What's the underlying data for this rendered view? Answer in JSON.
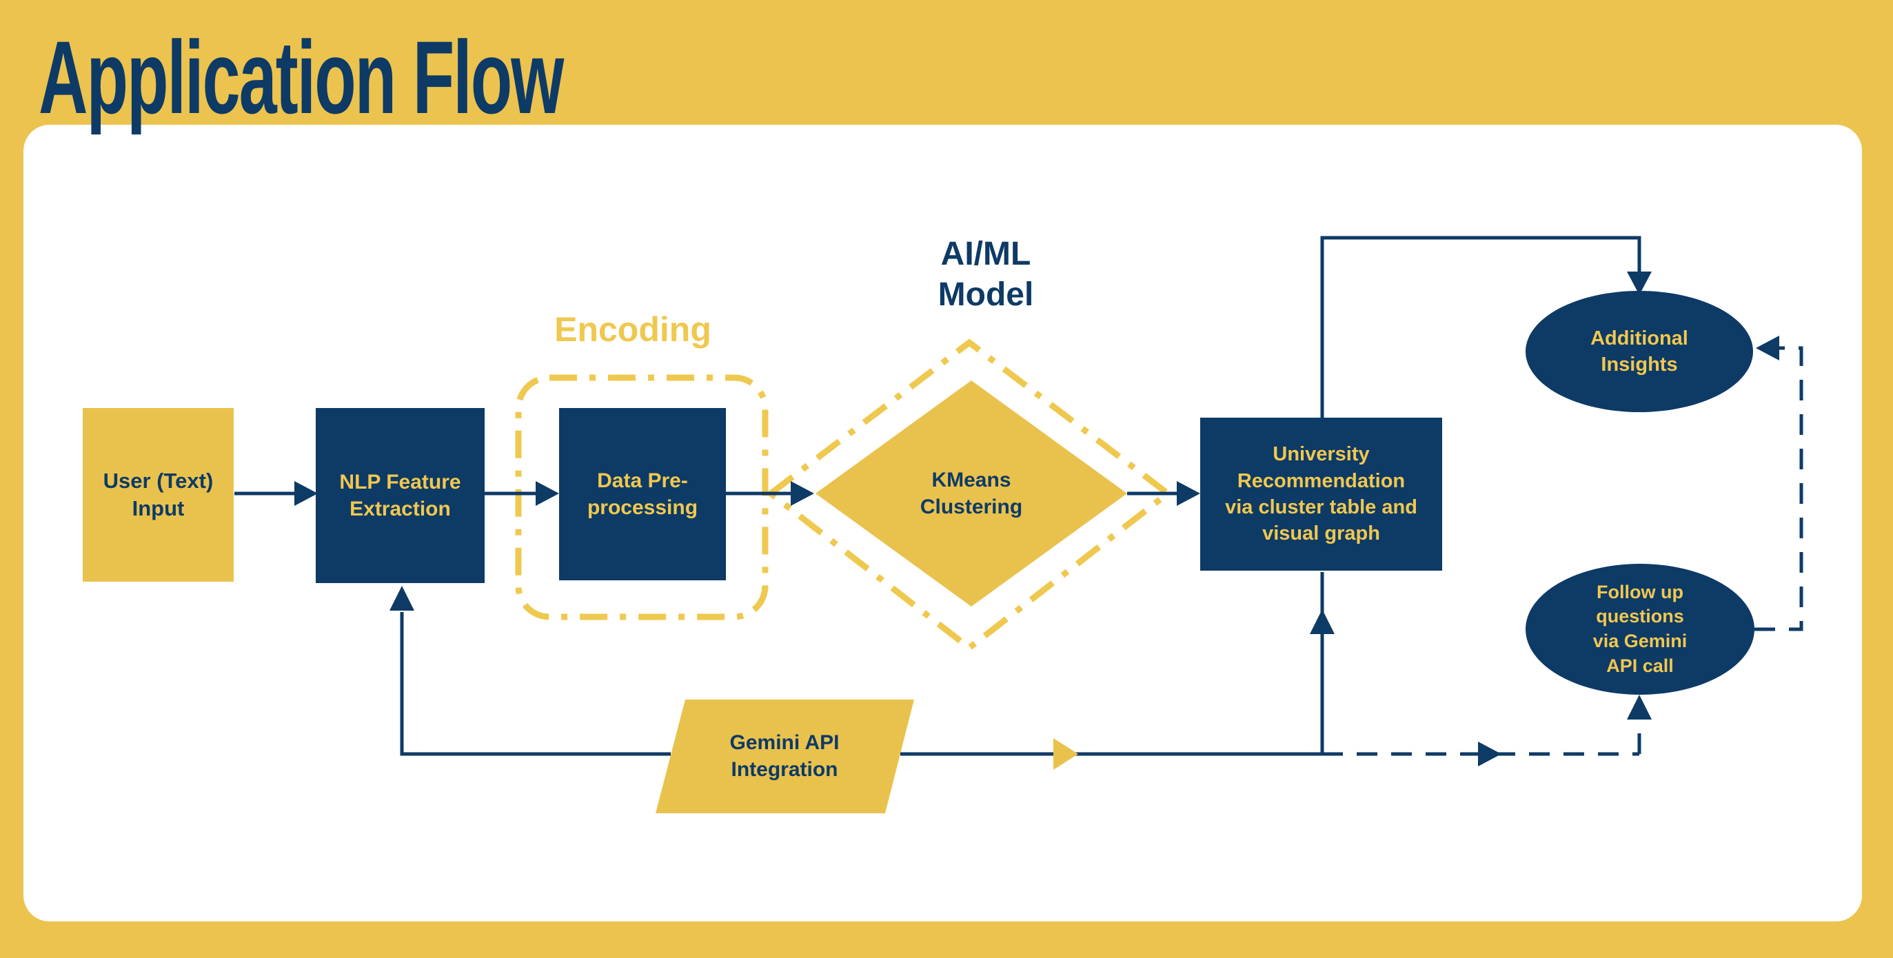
{
  "page": {
    "title": "Application Flow"
  },
  "colors": {
    "background": "#EBC34E",
    "card": "#FFFFFF",
    "navy": "#0E3A66",
    "gold": "#E9C24D",
    "accent_gold": "#EFC84F"
  },
  "nodes": {
    "user_input": {
      "label": "User (Text)\nInput",
      "shape": "rectangle"
    },
    "nlp_feature": {
      "label": "NLP Feature\nExtraction",
      "shape": "rectangle"
    },
    "data_preprocessing": {
      "label": "Data Pre-\nprocessing",
      "shape": "rectangle"
    },
    "kmeans": {
      "label": "KMeans\nClustering",
      "shape": "diamond"
    },
    "university_recommendation": {
      "label": "University\nRecommendation\nvia cluster table and\nvisual graph",
      "shape": "rectangle"
    },
    "additional_insights": {
      "label": "Additional\nInsights",
      "shape": "ellipse"
    },
    "follow_up": {
      "label": "Follow up\nquestions\nvia Gemini\nAPI call",
      "shape": "ellipse"
    },
    "gemini_api": {
      "label": "Gemini API\nIntegration",
      "shape": "parallelogram"
    }
  },
  "annotations": {
    "encoding": "Encoding",
    "aiml_model": "AI/ML\nModel"
  }
}
